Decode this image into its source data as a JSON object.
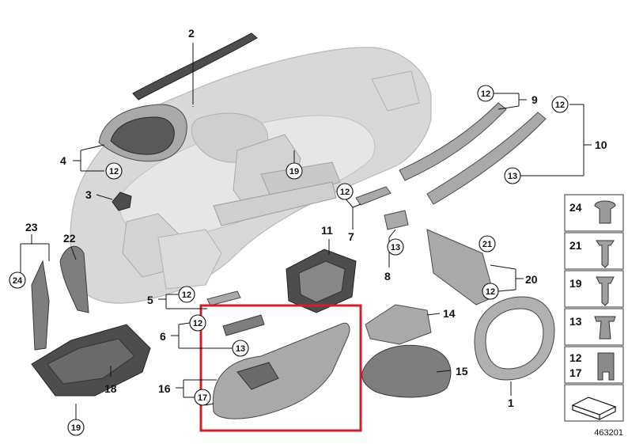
{
  "reference_number": "463201",
  "part_labels": [
    {
      "id": "label-1",
      "text": "1"
    },
    {
      "id": "label-2",
      "text": "2"
    },
    {
      "id": "label-3",
      "text": "3"
    },
    {
      "id": "label-4",
      "text": "4"
    },
    {
      "id": "label-5",
      "text": "5"
    },
    {
      "id": "label-6",
      "text": "6"
    },
    {
      "id": "label-7",
      "text": "7"
    },
    {
      "id": "label-8",
      "text": "8"
    },
    {
      "id": "label-9",
      "text": "9"
    },
    {
      "id": "label-10",
      "text": "10"
    },
    {
      "id": "label-11",
      "text": "11"
    },
    {
      "id": "label-14",
      "text": "14"
    },
    {
      "id": "label-15",
      "text": "15"
    },
    {
      "id": "label-16",
      "text": "16"
    },
    {
      "id": "label-18",
      "text": "18"
    },
    {
      "id": "label-20",
      "text": "20"
    },
    {
      "id": "label-22",
      "text": "22"
    },
    {
      "id": "label-23",
      "text": "23"
    }
  ],
  "callouts": {
    "c4_12": "12",
    "c5_12": "12",
    "c6_12": "12",
    "c6_13": "13",
    "c7_12": "12",
    "c8_13": "13",
    "c9_12": "12",
    "c10_12": "12",
    "c10_13": "13",
    "c16_17": "17",
    "c18_19": "19",
    "c19_dash": "19",
    "c20_21": "21",
    "c20_12": "12",
    "c23_24": "24"
  },
  "legend": [
    {
      "label": "24"
    },
    {
      "label": "21"
    },
    {
      "label": "19"
    },
    {
      "label": "13"
    },
    {
      "label": "12\n17"
    }
  ],
  "legend_label_12": "12",
  "legend_label_17": "17",
  "highlight_color": "#d0202a"
}
